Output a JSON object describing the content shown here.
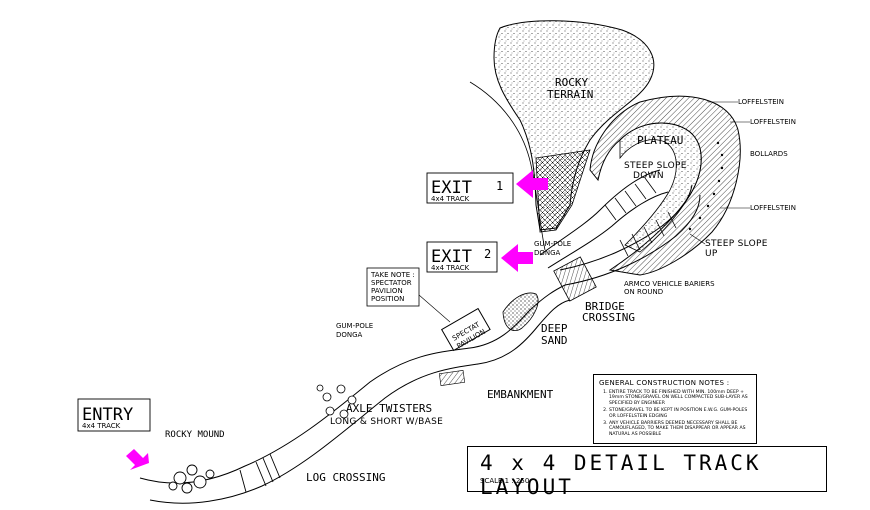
{
  "labels": {
    "rocky_terrain_1": "ROCKY",
    "rocky_terrain_2": "TERRAIN",
    "loffelstein_1": "LOFFELSTEIN",
    "loffelstein_2": "LOFFELSTEIN",
    "loffelstein_3": "LOFFELSTEIN",
    "plateau": "PLATEAU",
    "bollards": "BOLLARDS",
    "steep_slope_down_1": "STEEP SLOPE",
    "steep_slope_down_2": "DOWN",
    "steep_slope_up_1": "STEEP SLOPE",
    "steep_slope_up_2": "UP",
    "exit1_word": "EXIT",
    "exit1_num": "1",
    "exit1_sub": "4x4 TRACK",
    "exit2_word": "EXIT",
    "exit2_num": "2",
    "exit2_sub": "4x4 TRACK",
    "gum_pole_donga_right_1": "GUM-POLE",
    "gum_pole_donga_right_2": "DONGA",
    "take_note_1": "TAKE NOTE :",
    "take_note_2": "SPECTATOR",
    "take_note_3": "PAVILION",
    "take_note_4": "POSITION",
    "spectator_pavilion_1": "SPECTAT",
    "spectator_pavilion_2": "PAVILION",
    "armco_1": "ARMCO VEHICLE BARIERS",
    "armco_2": "ON ROUND",
    "bridge_crossing_1": "BRIDGE",
    "bridge_crossing_2": "CROSSING",
    "deep_sand_1": "DEEP",
    "deep_sand_2": "SAND",
    "gum_pole_donga_left_1": "GUM-POLE",
    "gum_pole_donga_left_2": "DONGA",
    "embankment": "EMBANKMENT",
    "axle_twisters_1": "AXLE TWISTERS",
    "axle_twisters_2": "LONG & SHORT W/BASE",
    "entry_word": "ENTRY",
    "entry_sub": "4x4 TRACK",
    "rocky_mound": "ROCKY MOUND",
    "log_crossing": "LOG CROSSING"
  },
  "notes": {
    "title": "GENERAL CONSTRUCTION NOTES :",
    "items": [
      "ENTIRE TRACK TO BE FINISHED WITH MIN. 100mm DEEP + 19mm STONE/GRAVEL ON WELL COMPACTED SUB-LAYER AS SPECIFIED BY ENGINEER",
      "STONE/GRAVEL TO BE KEPT IN POSITION E.W.G. GUM-POLES OR LOFFELSTEIN EDGING",
      "ANY VEHICLE BARRIERS DEEMED NECESSARY SHALL BE CAMOUFLAGED, TO MAKE THEM DISAPPEAR OR APPEAR AS NATURAL AS POSSIBLE"
    ]
  },
  "title_block": {
    "title": "4 x 4 DETAIL TRACK LAYOUT",
    "scale": "SCALE 1 : 250"
  },
  "colors": {
    "arrow": "#ff00ff",
    "line": "#000000",
    "background": "#ffffff"
  }
}
